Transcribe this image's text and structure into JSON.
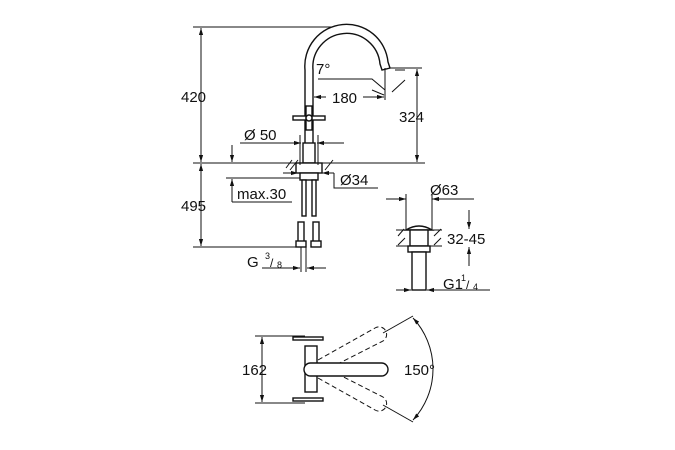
{
  "drawing": {
    "side_view": {
      "height_total": "420",
      "height_below": "495",
      "projection": "180",
      "spout_height": "324",
      "angle": "7°",
      "base_diameter": "Ø 50",
      "hole_diameter": "Ø34",
      "max_thickness": "max.30",
      "connection": "G",
      "connection_num": "3",
      "connection_den": "8"
    },
    "drain_view": {
      "diameter": "Ø63",
      "thickness": "32-45",
      "thread": "G1",
      "thread_num": "1",
      "thread_den": "4"
    },
    "top_view": {
      "width": "162",
      "swivel_angle": "150°"
    }
  }
}
